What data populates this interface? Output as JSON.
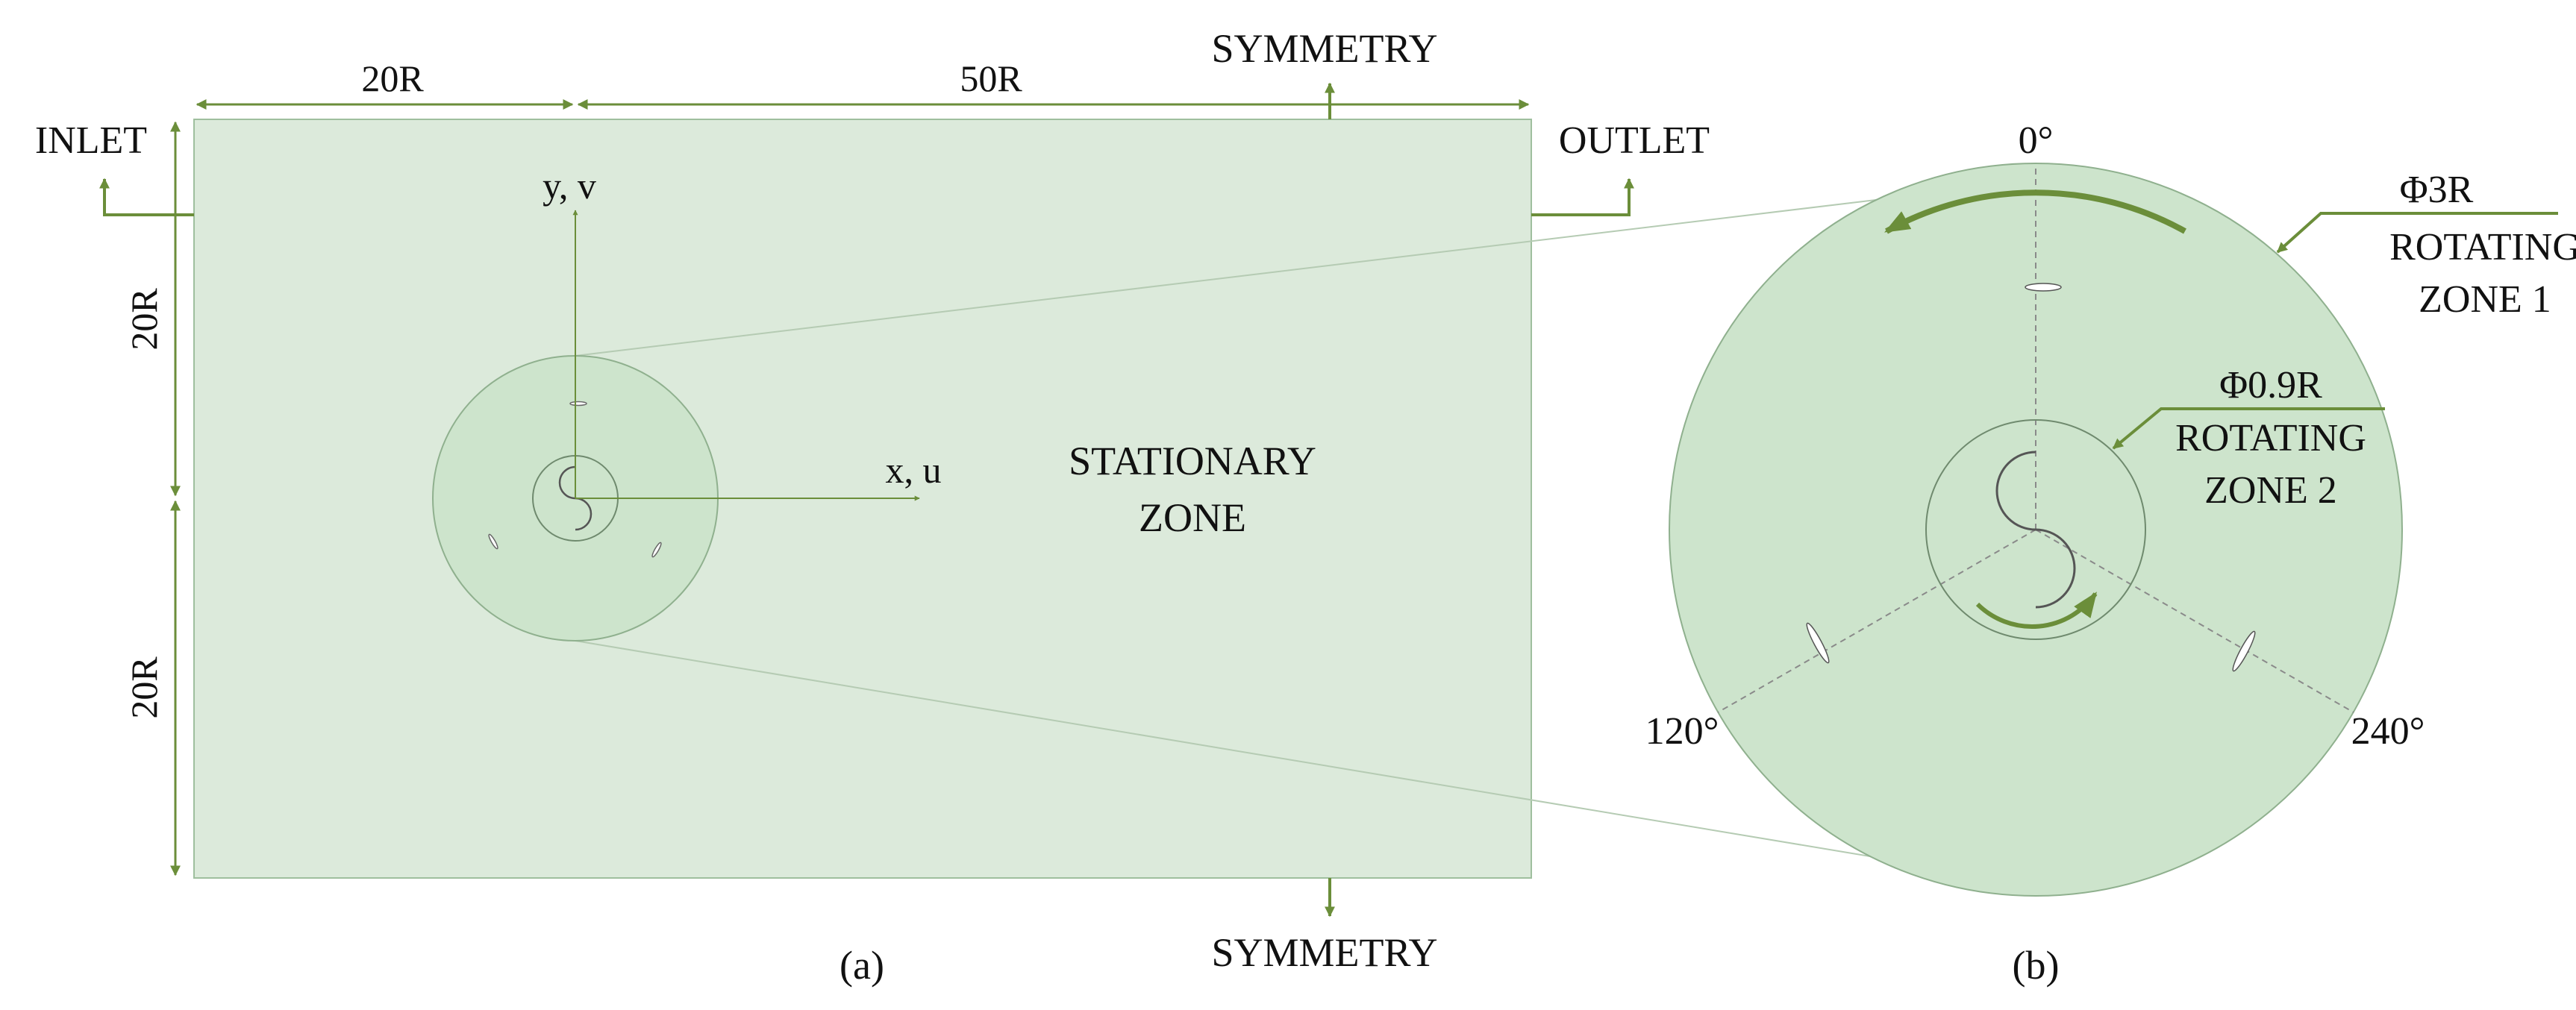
{
  "labels": {
    "inlet": "INLET",
    "outlet": "OUTLET",
    "symmetry_top": "SYMMETRY",
    "symmetry_bottom": "SYMMETRY",
    "dim_20r_top": "20R",
    "dim_50r": "50R",
    "dim_20r_left_upper": "20R",
    "dim_20r_left_lower": "20R",
    "axis_y": "y, v",
    "axis_x": "x, u",
    "stationary_line1": "STATIONARY",
    "stationary_line2": "ZONE",
    "caption_a": "(a)",
    "caption_b": "(b)",
    "angle_0": "0°",
    "angle_120": "120°",
    "angle_240": "240°",
    "zone1_dia": "Φ3R",
    "zone1_line1": "ROTATING",
    "zone1_line2": "ZONE 1",
    "zone2_dia": "Φ0.9R",
    "zone2_line1": "ROTATING",
    "zone2_line2": "ZONE 2"
  },
  "colors": {
    "accent": "#6b8e3a",
    "domain_fill": "#dceadb",
    "zone1_fill": "#cde4cc",
    "zone_stroke": "#8fb08e",
    "outline": "#555555",
    "text": "#111111"
  }
}
